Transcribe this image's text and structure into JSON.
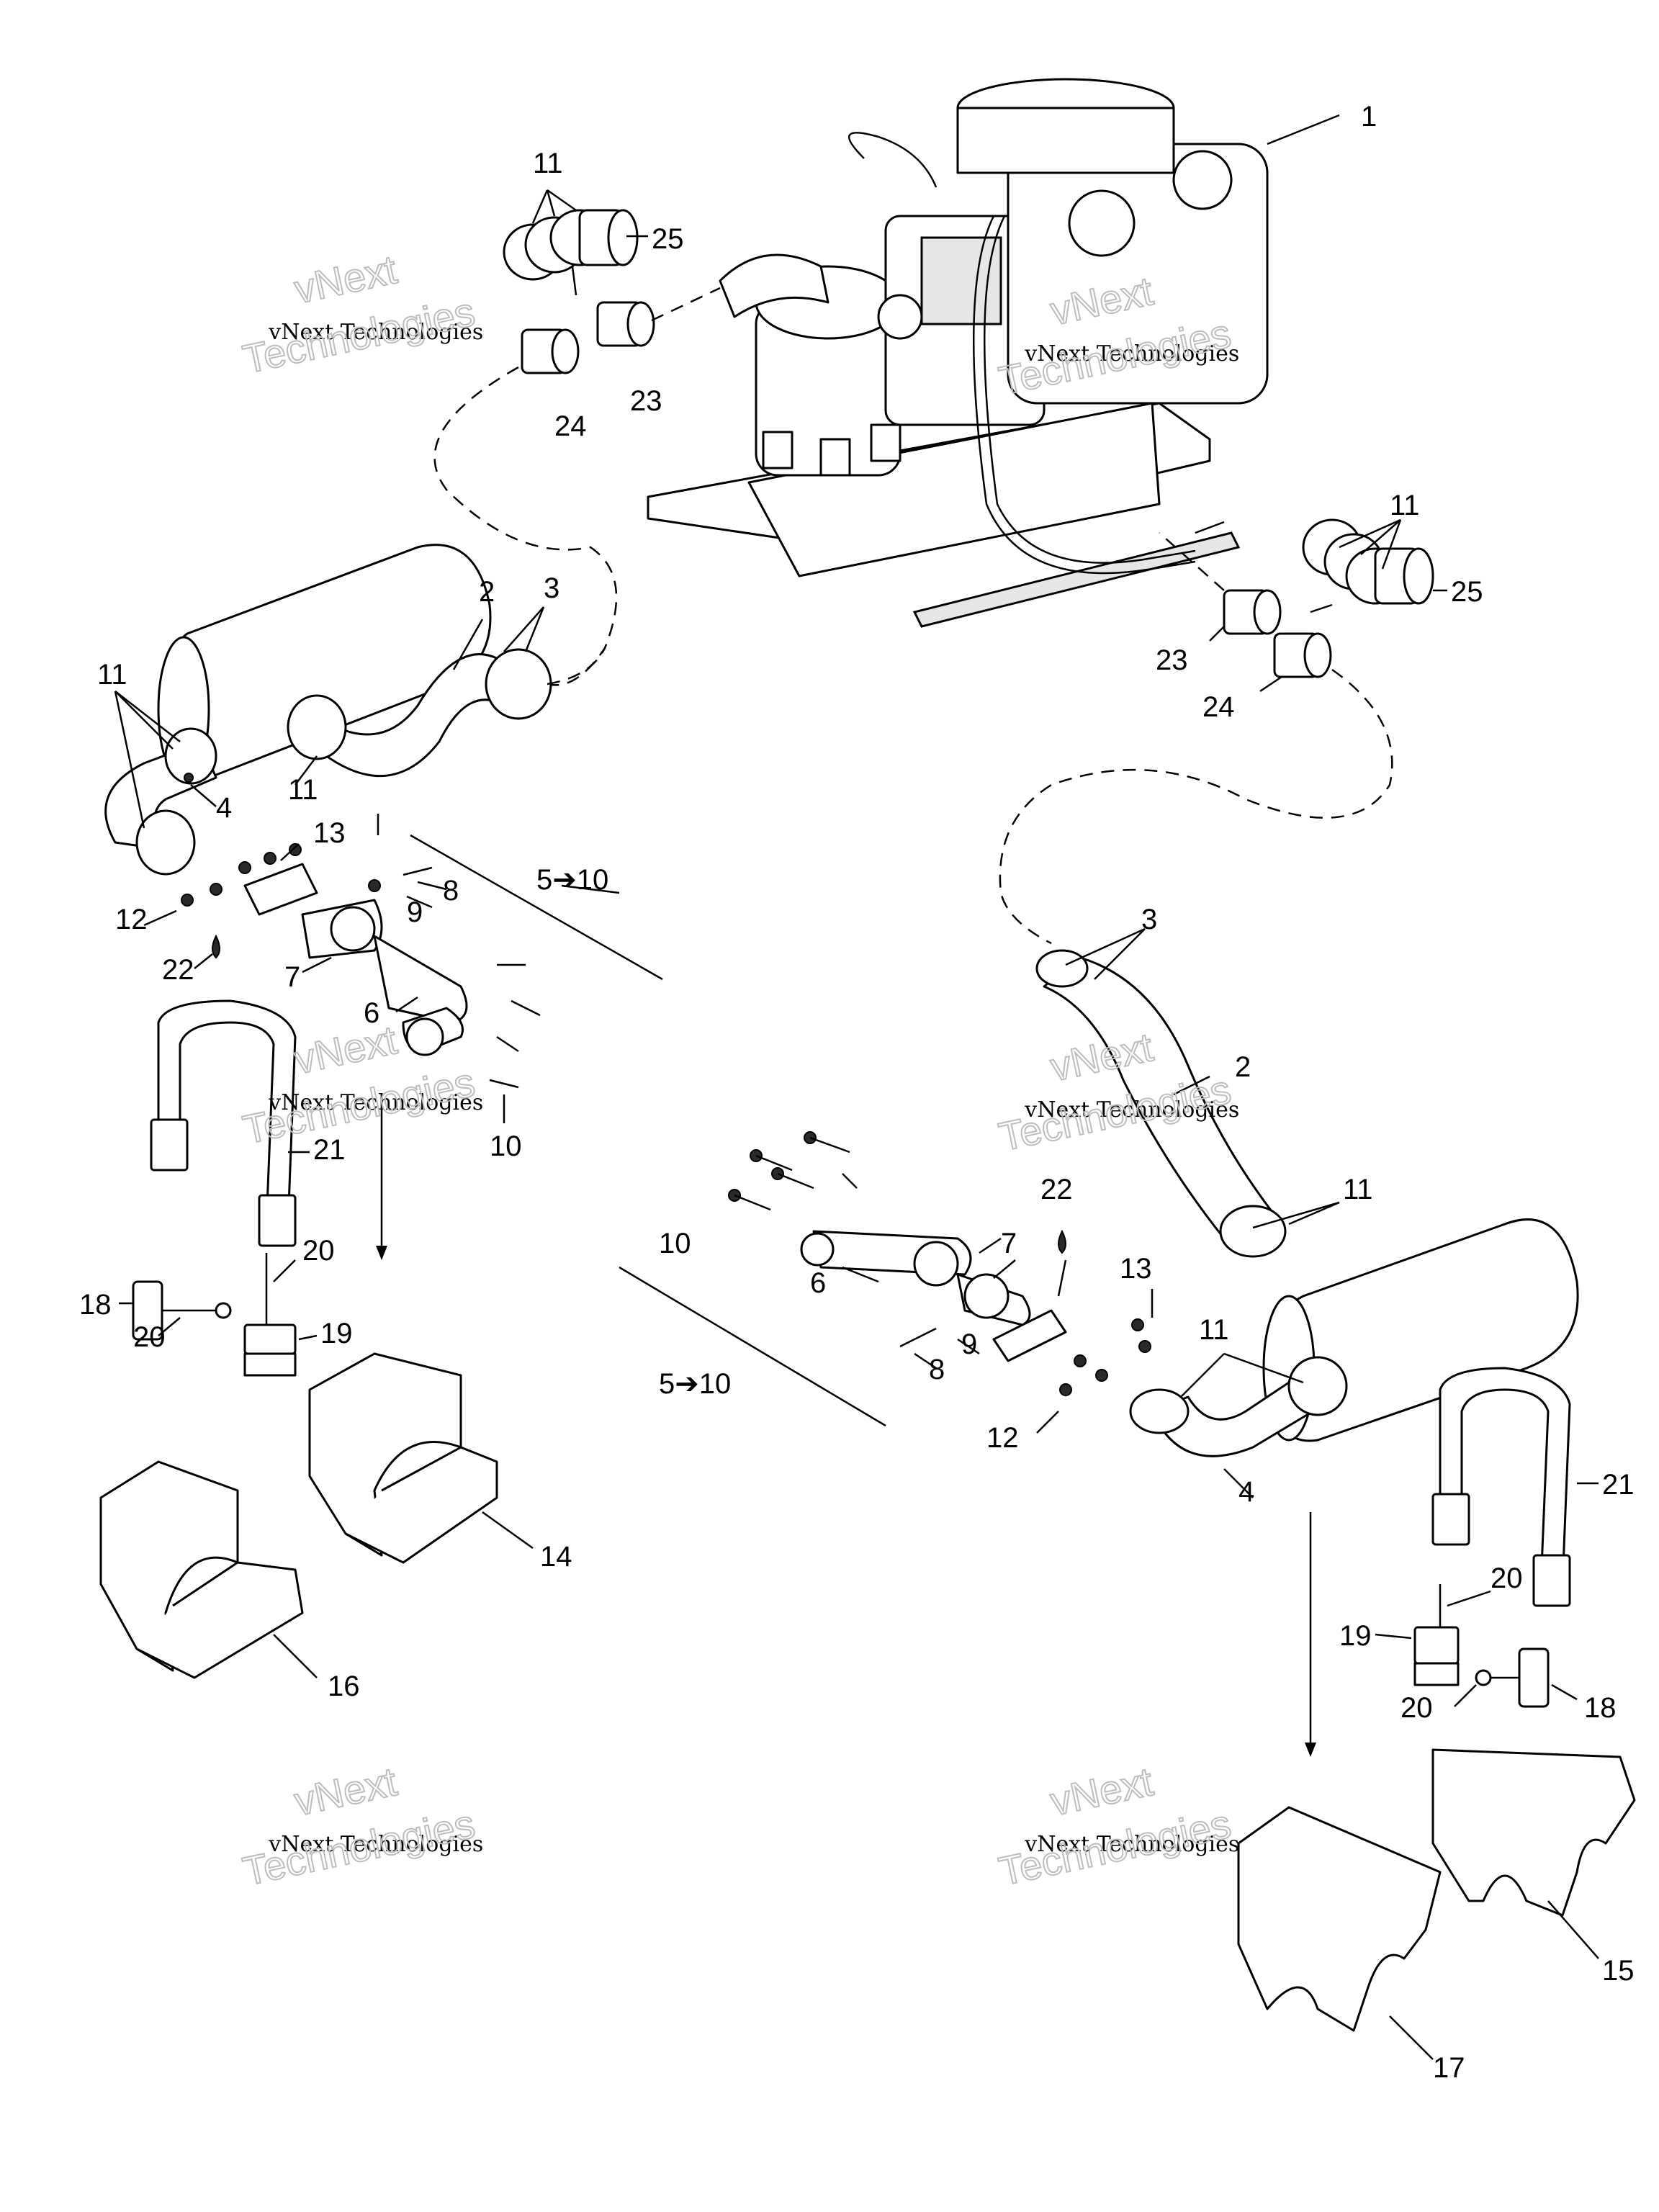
{
  "callouts": {
    "c1": "1",
    "c2a": "2",
    "c2b": "2",
    "c3a": "3",
    "c3b": "3",
    "c4a": "4",
    "c4b": "4",
    "c5to10a": "5➔10",
    "c5to10b": "5➔10",
    "c6a": "6",
    "c6b": "6",
    "c7a": "7",
    "c7b": "7",
    "c8a": "8",
    "c8b": "8",
    "c9a": "9",
    "c9b": "9",
    "c10a": "10",
    "c10b": "10",
    "c11a": "11",
    "c11b": "11",
    "c11c": "11",
    "c11d": "11",
    "c11e": "11",
    "c11f": "11",
    "c12a": "12",
    "c12b": "12",
    "c13a": "13",
    "c13b": "13",
    "c14": "14",
    "c15": "15",
    "c16": "16",
    "c17": "17",
    "c18a": "18",
    "c18b": "18",
    "c19a": "19",
    "c19b": "19",
    "c20a": "20",
    "c20b": "20",
    "c20c": "20",
    "c20d": "20",
    "c21a": "21",
    "c21b": "21",
    "c22a": "22",
    "c22b": "22",
    "c23a": "23",
    "c23b": "23",
    "c24a": "24",
    "c24b": "24",
    "c25a": "25",
    "c25b": "25"
  },
  "watermark": {
    "line_small": "vNext Technologies",
    "line_large_1": "vNext",
    "line_large_2": "Technologies"
  }
}
